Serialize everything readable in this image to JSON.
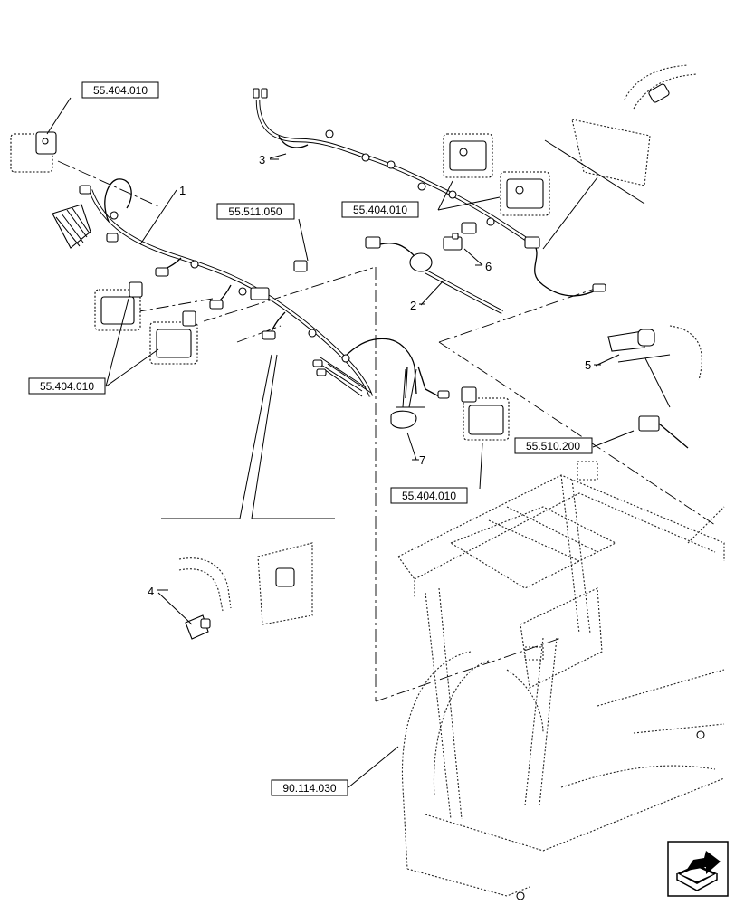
{
  "refs": {
    "r1": "55.404.010",
    "r2": "55.511.050",
    "r3": "55.404.010",
    "r4": "55.404.010",
    "r5": "55.510.200",
    "r6": "55.404.010",
    "r7": "90.114.030"
  },
  "items": {
    "i1": "1",
    "i2": "2",
    "i3": "3",
    "i4": "4",
    "i5": "5",
    "i6": "6",
    "i7": "7"
  },
  "icons": {
    "next_page": "next-page-arrow-icon"
  }
}
